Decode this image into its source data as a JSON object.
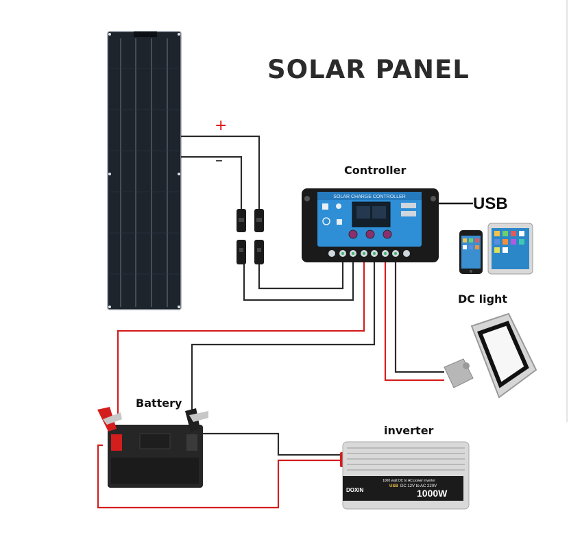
{
  "title": "SOLAR  PANEL",
  "labels": {
    "controller": "Controller",
    "usb": "USB",
    "dc_light": "DC light",
    "battery": "Battery",
    "inverter": "inverter",
    "plus": "+",
    "minus": "–"
  },
  "controller_face": {
    "header": "SOLAR CHARGE CONTROLLER"
  },
  "inverter_face": {
    "brand": "DOXIN",
    "spec_line1": "1000 watt DC to AC power inverter",
    "spec_usb": "USB",
    "spec_line2": "DC 12V to AC 220V",
    "power": "1000W"
  },
  "colors": {
    "positive_wire": "#d41d1d",
    "negative_wire": "#2a2a2a",
    "controller_body": "#1a1a1a",
    "controller_panel": "#2e8fd6",
    "inverter_body": "#d9d9d9"
  },
  "icons": [
    "solar-panel-icon",
    "charge-controller-icon",
    "phone-icon",
    "tablet-icon",
    "dc-light-icon",
    "battery-icon",
    "inverter-icon"
  ]
}
